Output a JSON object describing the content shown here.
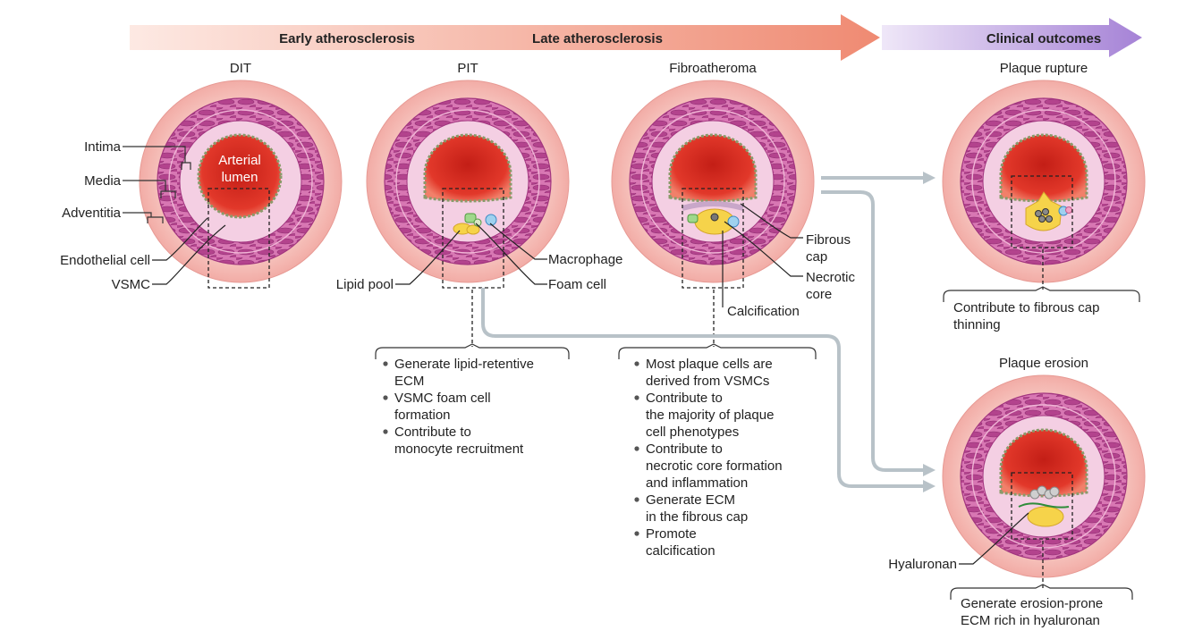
{
  "stages": {
    "early": "Early atherosclerosis",
    "late": "Late atherosclerosis",
    "clinical": "Clinical outcomes"
  },
  "titles": {
    "dit": "DIT",
    "pit": "PIT",
    "fibroatheroma": "Fibroatheroma",
    "rupture": "Plaque rupture",
    "erosion": "Plaque erosion"
  },
  "dit_labels": {
    "lumen_line1": "Arterial",
    "lumen_line2": "lumen",
    "intima": "Intima",
    "media": "Media",
    "adventitia": "Adventitia",
    "endothelial": "Endothelial cell",
    "vsmc": "VSMC"
  },
  "pit_labels": {
    "lipid_pool": "Lipid pool",
    "macrophage": "Macrophage",
    "foam_cell": "Foam cell"
  },
  "fib_labels": {
    "fibrous_cap_1": "Fibrous",
    "fibrous_cap_2": "cap",
    "necrotic_1": "Necrotic",
    "necrotic_2": "core",
    "calcification": "Calcification"
  },
  "erosion_labels": {
    "hyaluronan": "Hyaluronan"
  },
  "pit_box": [
    [
      "Generate lipid-retentive",
      "ECM"
    ],
    [
      "VSMC foam cell",
      "formation"
    ],
    [
      "Contribute to",
      "monocyte recruitment"
    ]
  ],
  "fib_box": [
    [
      "Most plaque cells are",
      "derived from VSMCs"
    ],
    [
      "Contribute to",
      "the majority of plaque",
      "cell phenotypes"
    ],
    [
      "Contribute to",
      "necrotic core formation",
      "and inflammation"
    ],
    [
      "Generate ECM",
      "in the fibrous cap"
    ],
    [
      "Promote",
      "calcification"
    ]
  ],
  "rupture_box": [
    "Contribute to fibrous cap",
    "thinning"
  ],
  "erosion_box": [
    "Generate erosion-prone",
    "ECM rich in hyaluronan"
  ],
  "colors": {
    "lumen": "#d8281e",
    "adventitia": "#f2b8b4",
    "media": "#c54c9a",
    "intima": "#f3c7e0",
    "endothelium": "#8a9a6a",
    "plaque": "#f6d34a",
    "flow_arrow": "#b8c2c8",
    "stage_early": "#f6c7bd",
    "stage_late": "#ef8f78",
    "stage_clinical": "#a98ad4"
  }
}
